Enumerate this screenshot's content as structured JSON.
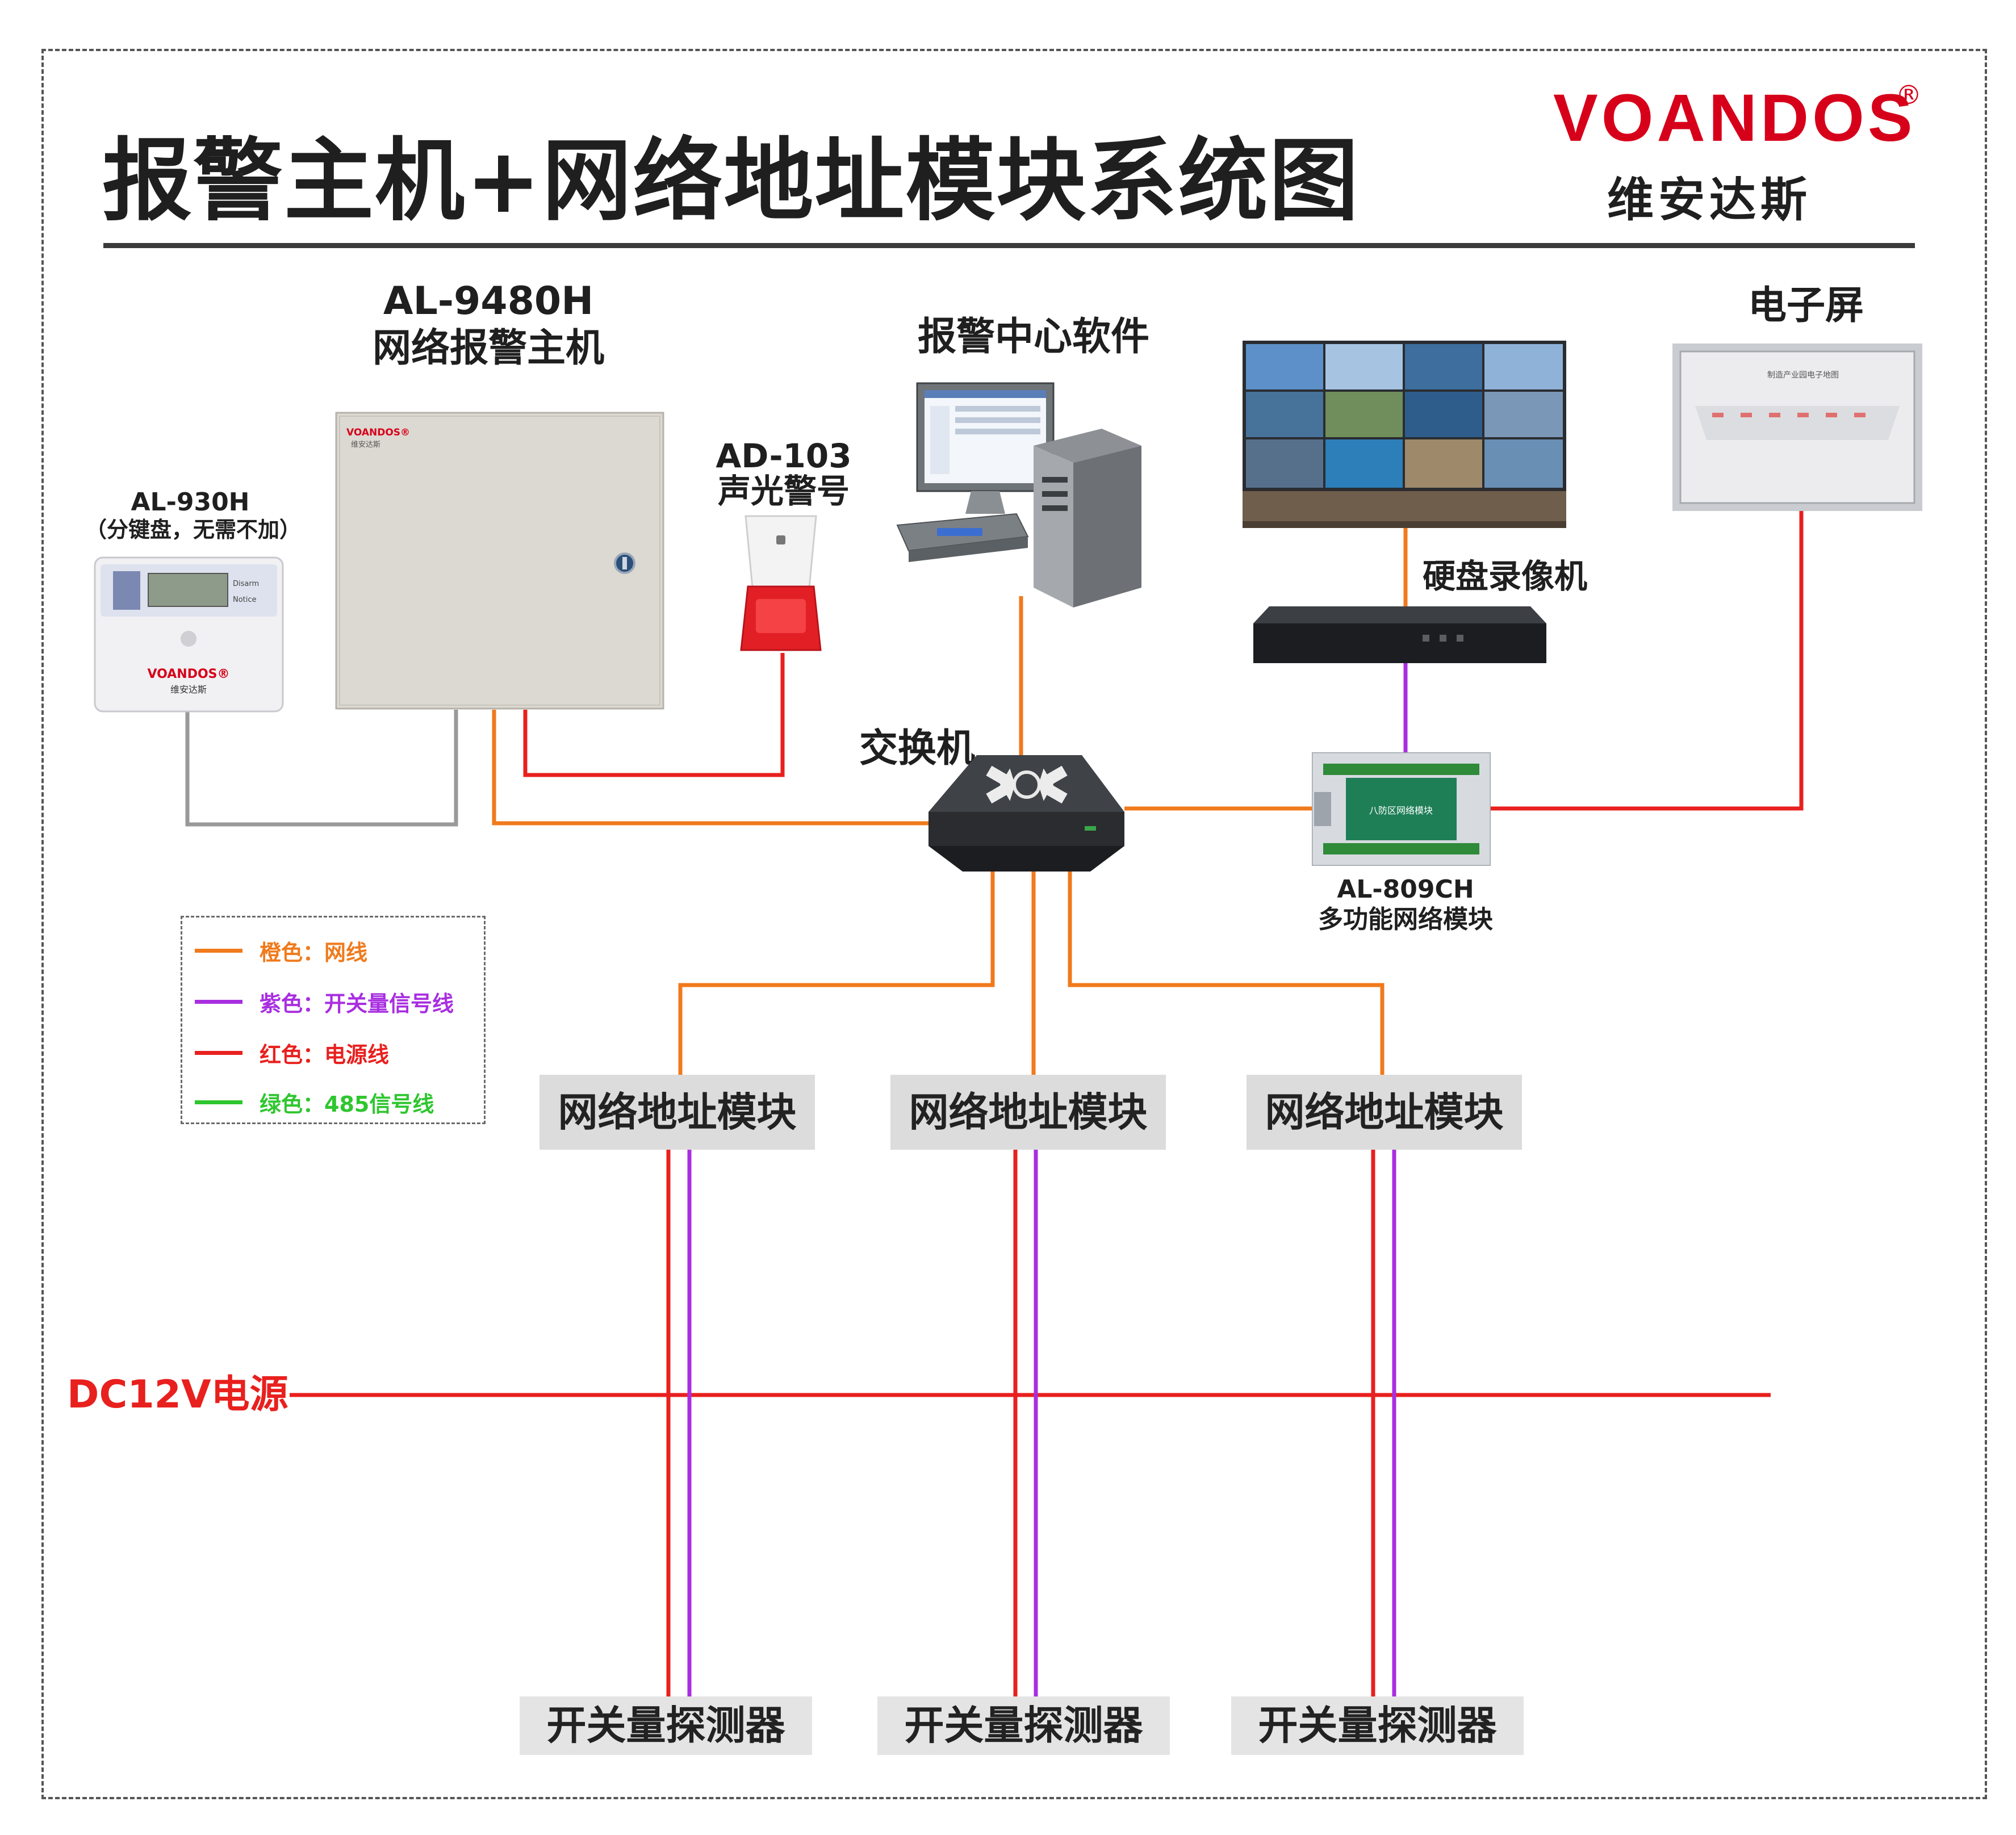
{
  "title": "报警主机+网络地址模块系统图",
  "brand": {
    "en": "VOANDOS",
    "reg": "®",
    "cn": "维安达斯"
  },
  "devices": {
    "keypad": {
      "model": "AL-930H",
      "note": "（分键盘，无需不加）",
      "brand": "VOANDOS®",
      "brand_cn": "维安达斯",
      "screen_text_1": "Disarm",
      "screen_text_2": "Notice"
    },
    "host": {
      "model": "AL-9480H",
      "name": "网络报警主机",
      "brand": "VOANDOS®",
      "brand_cn": "维安达斯"
    },
    "siren": {
      "model": "AD-103",
      "name": "声光警号"
    },
    "software": {
      "name": "报警中心软件"
    },
    "videowall": {},
    "dvr": {
      "name": "硬盘录像机"
    },
    "screen": {
      "name": "电子屏",
      "map_title": "制造产业园电子地图"
    },
    "switch": {
      "name": "交换机"
    },
    "netmodule": {
      "model": "AL-809CH",
      "name": "多功能网络模块",
      "board_label": "八防区网络模块"
    }
  },
  "modules": [
    "网络地址模块",
    "网络地址模块",
    "网络地址模块"
  ],
  "detectors": [
    "开关量探测器",
    "开关量探测器",
    "开关量探测器"
  ],
  "power": {
    "label": "DC12V电源"
  },
  "legend": [
    {
      "text": "橙色：网线",
      "color": "#f07a1c"
    },
    {
      "text": "紫色：开关量信号线",
      "color": "#a82ee0"
    },
    {
      "text": "红色：电源线",
      "color": "#e8201e"
    },
    {
      "text": "绿色：485信号线",
      "color": "#2ec62e"
    }
  ],
  "colors": {
    "network": "#f07a1c",
    "signal": "#a82ee0",
    "power": "#e8201e",
    "bus485": "#2ec62e",
    "keypad_cable": "#999999"
  }
}
